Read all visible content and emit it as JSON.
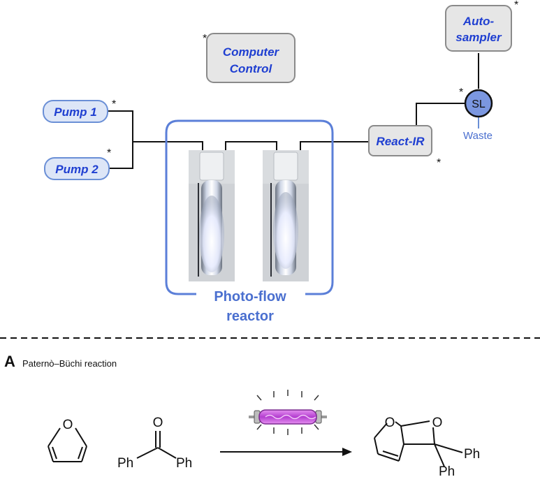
{
  "diagram": {
    "pumps": [
      {
        "label": "Pump 1",
        "asterisk": "*"
      },
      {
        "label": "Pump 2",
        "asterisk": "*"
      }
    ],
    "computer_control": {
      "line1": "Computer",
      "line2": "Control",
      "asterisk": "*"
    },
    "autosampler": {
      "line1": "Auto-",
      "line2": "sampler",
      "asterisk": "*"
    },
    "sample_loop": {
      "label": "SL",
      "asterisk": "*"
    },
    "react_ir": {
      "label": "React-IR",
      "asterisk": "*"
    },
    "waste_label": "Waste",
    "reactor": {
      "line1": "Photo-flow",
      "line2": "reactor"
    }
  },
  "reaction": {
    "panel_letter": "A",
    "title": "Paternò–Büchi reaction",
    "reactant_ketone_labels": [
      "O",
      "Ph",
      "Ph"
    ],
    "furan_label": "O",
    "product_labels": [
      "O",
      "O",
      "Ph",
      "Ph"
    ]
  },
  "colors": {
    "box_fill": "#e6e6e6",
    "box_stroke": "#8a8a8a",
    "pump_fill": "#dde6f7",
    "pump_stroke": "#6a8fd6",
    "label_blue": "#1f3fd1",
    "reactor_frame": "#5b7fd8",
    "sl_fill": "#7b97e0",
    "lamp_purple": "#c24fd8"
  }
}
